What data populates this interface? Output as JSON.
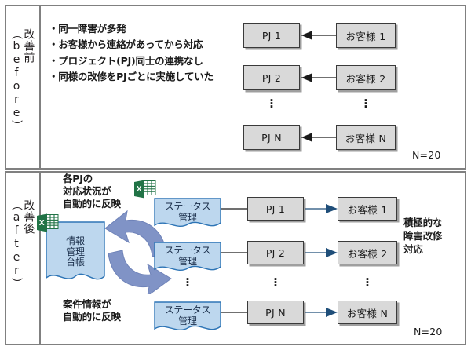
{
  "diagram": {
    "title_rows": [
      {
        "label": "改善前（before）",
        "id": "before"
      },
      {
        "label": "改善後（after）",
        "id": "after"
      }
    ]
  },
  "before": {
    "row_label": "改善前（before）",
    "bullets": [
      "・同一障害が多発",
      "・お客様から連絡があってから対応",
      "・プロジェクト(PJ)同士の連携なし",
      "・同様の改修をPJごとに実施していた"
    ],
    "pj_boxes": [
      "PJ 1",
      "PJ 2",
      "PJ N"
    ],
    "customer_boxes": [
      "お客様 1",
      "お客様 2",
      "お客様 N"
    ],
    "ellipsis": "⋮",
    "count_note": "N=20"
  },
  "after": {
    "row_label": "改善後（after）",
    "ledger_label": "情報管理台帳",
    "ledger_lines": [
      "情報",
      "管理",
      "台帳"
    ],
    "status_boxes": [
      "ステータス管理",
      "ステータス管理",
      "ステータス管理"
    ],
    "status_lines": [
      [
        "ステータス",
        "管理"
      ],
      [
        "ステータス",
        "管理"
      ],
      [
        "ステータス",
        "管理"
      ]
    ],
    "pj_boxes": [
      "PJ 1",
      "PJ 2",
      "PJ N"
    ],
    "customer_boxes": [
      "お客様 1",
      "お客様 2",
      "お客様 N"
    ],
    "annotation_top_lines": [
      "各PJの",
      "対応状況が",
      "自動的に反映"
    ],
    "annotation_bottom_lines": [
      "案件情報が",
      "自動的に反映"
    ],
    "annotation_right_lines": [
      "積極的な",
      "障害改修",
      "対応"
    ],
    "ellipsis": "⋮",
    "count_note": "N=20",
    "excel_icons": [
      "excel-icon",
      "excel-icon"
    ]
  },
  "colors": {
    "box_gray": "#d9d9d9",
    "box_border": "#3a3a3a",
    "doc_fill": "#bdd7ee",
    "doc_border": "#2e75b6",
    "arrow_blue": "#1f4e79",
    "curve_arrow": "#7f8fc4",
    "excel_green": "#217346",
    "frame_gray": "#808080",
    "text_dark": "#1a1a1a"
  }
}
